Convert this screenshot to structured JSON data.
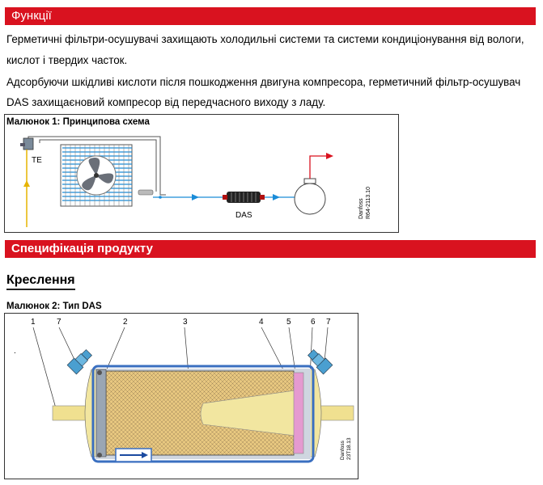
{
  "section1": {
    "title": "Функції"
  },
  "paragraphs": [
    "Герметичні фільтри-осушувачі захищають холодильні системи та системи кондиціонування від вологи,",
    "кислот і твердих часток.",
    "Адсорбуючи шкідливі кислоти після пошкодження двигуна компресора, герметичний фільтр-осушувач",
    "DAS захищаєновий компресор від передчасного виходу з ладу."
  ],
  "figure1": {
    "label": "Малюнок 1: Принципова схема",
    "te_label": "TE",
    "das_label": "DAS",
    "side_text": [
      "Danfoss",
      "R64-2113.10"
    ]
  },
  "section2": {
    "title": "Специфікація продукту"
  },
  "subheading": "Креслення",
  "figure2": {
    "label": "Малюнок 2: Тип DAS",
    "callouts": [
      "1",
      "7",
      "2",
      "3",
      "4",
      "5",
      "6",
      "7"
    ],
    "dot": ".",
    "side_text": [
      "Danfoss",
      "23T18.13"
    ]
  },
  "colors": {
    "accent": "#d9121f",
    "pipe_blue": "#1a8cd8",
    "filter_fill": "#e8c880",
    "shell_blue": "#3a6fc0"
  }
}
